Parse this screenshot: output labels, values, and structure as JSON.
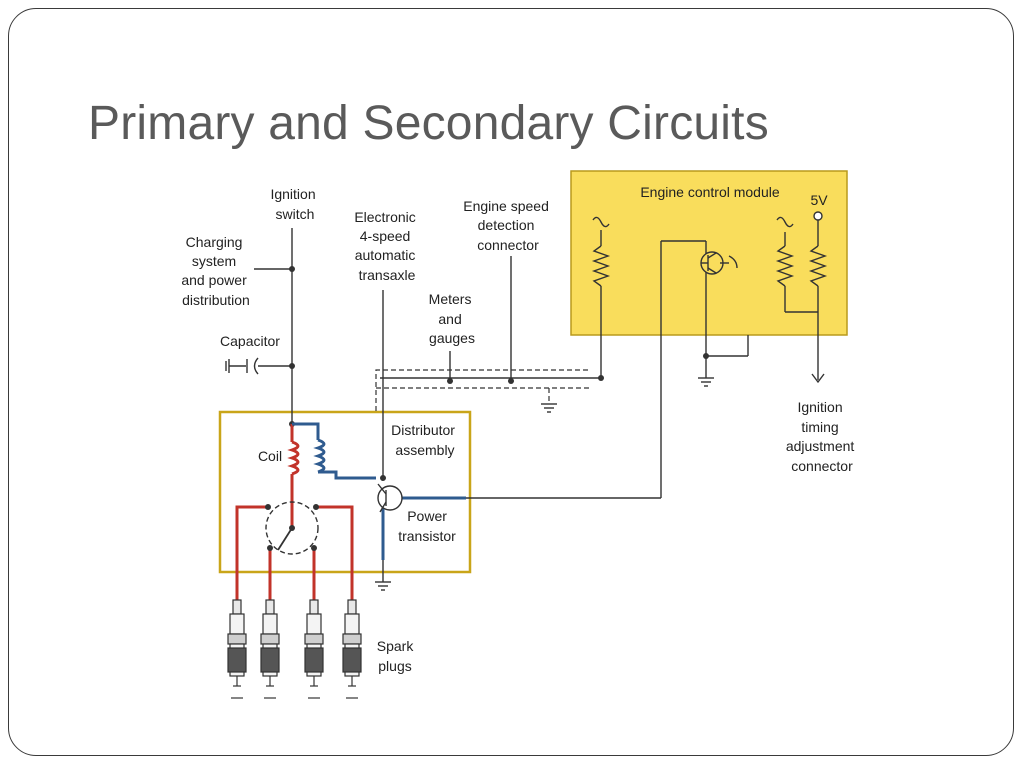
{
  "slide": {
    "title": "Primary and Secondary Circuits"
  },
  "colors": {
    "module_fill": "#f9dd5c",
    "module_border": "#b99a1c",
    "box_border": "#c9a519",
    "primary_wire": "#c2332a",
    "secondary_wire": "#2f5b8f",
    "line": "#333333"
  },
  "labels": {
    "ignition_switch": [
      "Ignition",
      "switch"
    ],
    "charging": [
      "Charging",
      "system",
      "and power",
      "distribution"
    ],
    "capacitor": "Capacitor",
    "transaxle": [
      "Electronic",
      "4-speed",
      "automatic",
      "transaxle"
    ],
    "engine_speed": [
      "Engine speed",
      "detection",
      "connector"
    ],
    "meters": [
      "Meters",
      "and",
      "gauges"
    ],
    "ecm": "Engine control module",
    "five_v": "5V",
    "timing": [
      "Ignition",
      "timing",
      "adjustment",
      "connector"
    ],
    "distributor": [
      "Distributor",
      "assembly"
    ],
    "coil": "Coil",
    "power_transistor": [
      "Power",
      "transistor"
    ],
    "spark_plugs": [
      "Spark",
      "plugs"
    ]
  }
}
